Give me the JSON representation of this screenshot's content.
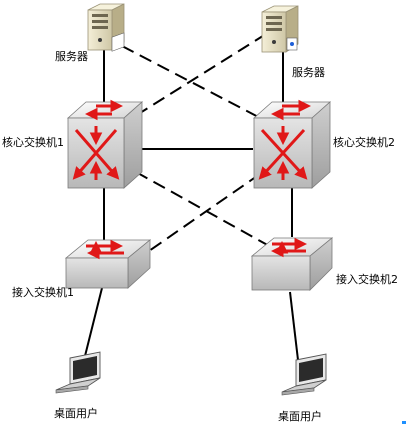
{
  "nodes": {
    "server_left": {
      "label": "服务器"
    },
    "server_right": {
      "label": "服务器"
    },
    "core_switch_1": {
      "label": "核心交换机1"
    },
    "core_switch_2": {
      "label": "核心交换机2"
    },
    "access_switch_1": {
      "label": "接入交换机1"
    },
    "access_switch_2": {
      "label": "接入交换机2"
    },
    "desktop_user_left": {
      "label": "桌面用户"
    },
    "desktop_user_right": {
      "label": "桌面用户"
    }
  },
  "colors": {
    "line": "#000000",
    "switch_arrow": "#e01818",
    "switch_body": "#d8d8d8",
    "server_body": "#e8e2c8",
    "laptop_body": "#e0e0e0",
    "corner_mark": "#1e90ff"
  }
}
